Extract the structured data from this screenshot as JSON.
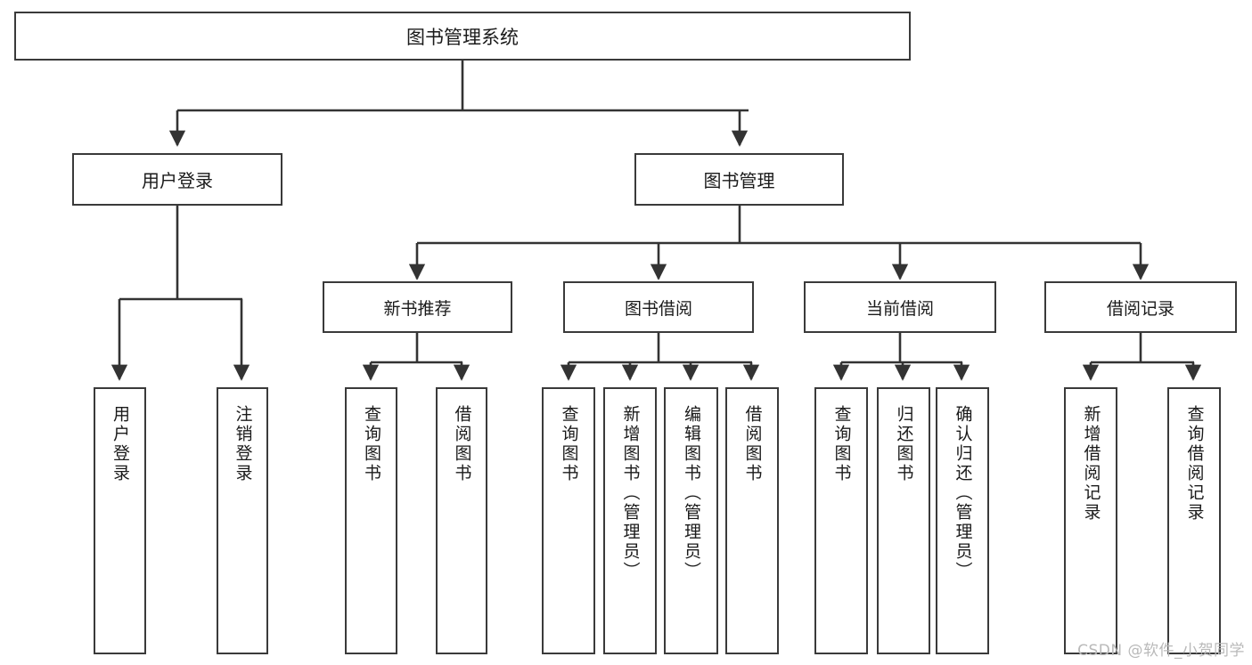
{
  "diagram": {
    "title": "图书管理系统",
    "watermark": "CSDN @软件_小贺同学",
    "colors": {
      "background": "#ffffff",
      "border": "#3a3a3a",
      "connector": "#333333",
      "text": "#1a1a1a",
      "watermark": "#b9b9b9"
    },
    "root": {
      "label": "图书管理系统"
    },
    "level2": [
      {
        "label": "用户登录"
      },
      {
        "label": "图书管理"
      }
    ],
    "level3": [
      {
        "label": "新书推荐"
      },
      {
        "label": "图书借阅"
      },
      {
        "label": "当前借阅"
      },
      {
        "label": "借阅记录"
      }
    ],
    "leaves": {
      "user_login": [
        {
          "label": "用户登录"
        },
        {
          "label": "注销登录"
        }
      ],
      "new_book_recommend": [
        {
          "label": "查询图书"
        },
        {
          "label": "借阅图书"
        }
      ],
      "book_borrow": [
        {
          "label": "查询图书"
        },
        {
          "label": "新增图书（管理员）"
        },
        {
          "label": "编辑图书（管理员）"
        },
        {
          "label": "借阅图书"
        }
      ],
      "current_borrow": [
        {
          "label": "查询图书"
        },
        {
          "label": "归还图书"
        },
        {
          "label": "确认归还（管理员）"
        }
      ],
      "borrow_record": [
        {
          "label": "新增借阅记录"
        },
        {
          "label": "查询借阅记录"
        }
      ]
    }
  }
}
